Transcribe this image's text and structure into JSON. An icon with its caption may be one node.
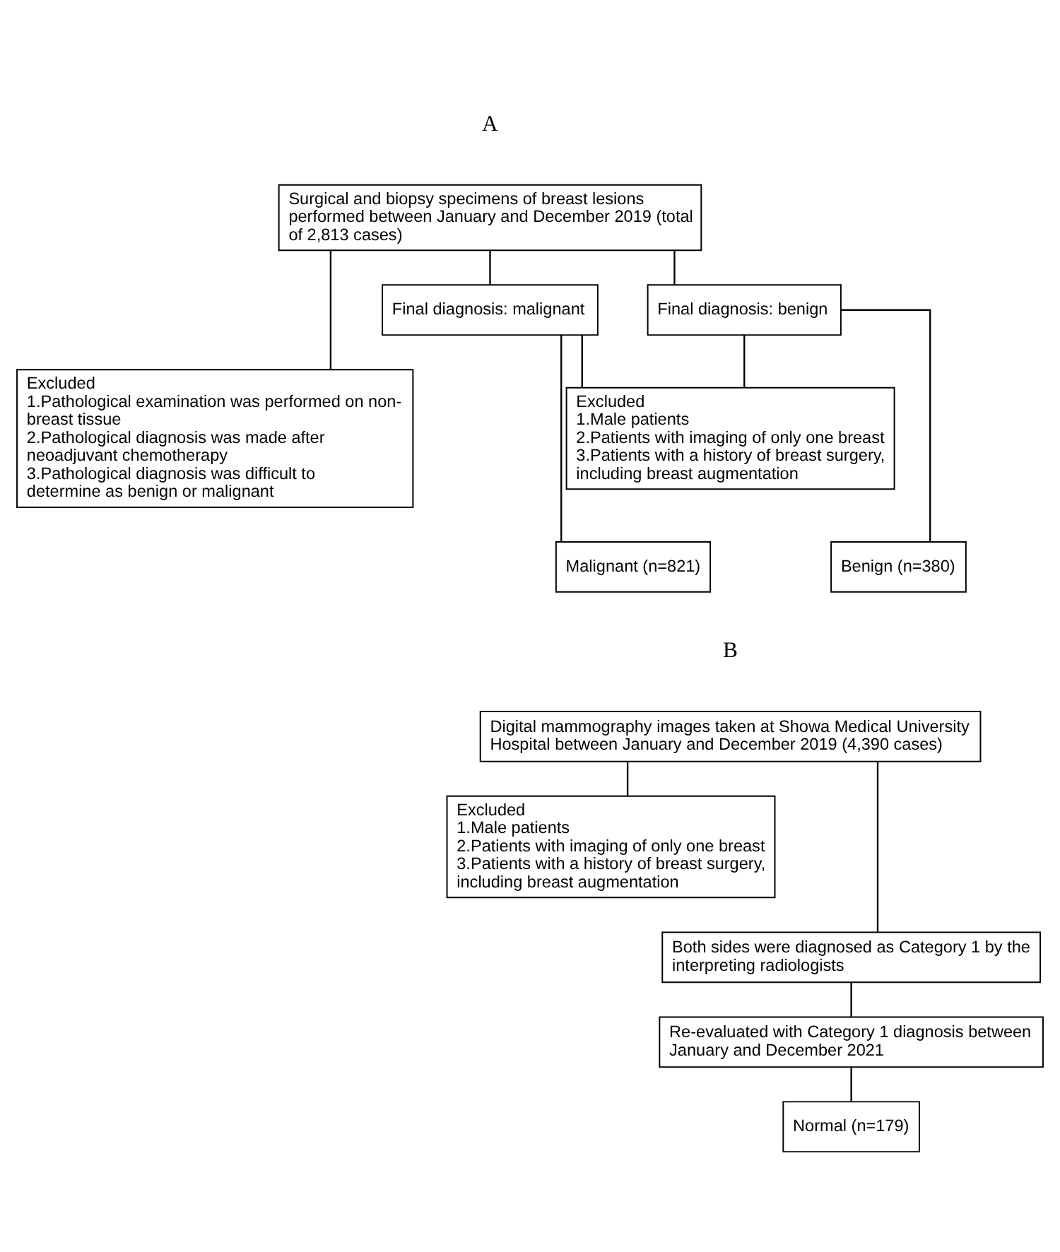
{
  "diagram": {
    "nodes": [
      {
        "text": [
          "Surgical and biopsy specimens of breast lesions performed between January and December 2019 (total of 2,813 cases)"
        ]
      },
      {
        "text": [
          "Excluded",
          "1.Pathological examination was performed on non-breast tissue",
          "2.Pathological diagnosis was made after neoadjuvant chemotherapy",
          "3.Pathological diagnosis was difficult to determine as benign or malignant"
        ]
      },
      {
        "text": [
          "Final diagnosis: malignant"
        ]
      },
      {
        "text": [
          "Final diagnosis: benign"
        ]
      },
      {
        "text": [
          "Excluded",
          "1.Male patients",
          "2.Patients with imaging of only one breast",
          "3.Patients with a history of breast surgery, including breast augmentation"
        ]
      },
      {
        "text": [
          "Malignant (n=821)"
        ]
      },
      {
        "text": [
          "Benign (n=380)"
        ]
      },
      {
        "text": [
          "Digital mammography images taken at Showa Medical University Hospital between January and December 2019 (4,390 cases)"
        ]
      },
      {
        "text": [
          "Excluded",
          "1.Male patients",
          "2.Patients with imaging of only one breast",
          "3.Patients with a history of breast surgery, including breast augmentation"
        ]
      },
      {
        "text": [
          "Both sides were diagnosed as Category 1 by the interpreting radiologists"
        ]
      },
      {
        "text": [
          "Re-evaluated with Category 1 diagnosis between January and December 2021"
        ]
      },
      {
        "text": [
          "Normal (n=179)"
        ]
      }
    ],
    "edges": [
      {
        "from": 0,
        "to": 1,
        "arrow": "none"
      },
      {
        "from": 0,
        "to": 2,
        "arrow": "none"
      },
      {
        "from": 0,
        "to": 3,
        "arrow": "none"
      },
      {
        "from": 2,
        "to": 4,
        "arrow": "none"
      },
      {
        "from": 3,
        "to": 4,
        "arrow": "none"
      },
      {
        "from": 2,
        "to": 5,
        "arrow": "none"
      },
      {
        "from": 3,
        "to": 6,
        "arrow": "none"
      },
      {
        "from": 7,
        "to": 8,
        "arrow": "none"
      },
      {
        "from": 7,
        "to": 9,
        "arrow": "none"
      },
      {
        "from": 9,
        "to": 10,
        "arrow": "none"
      },
      {
        "from": 10,
        "to": 11,
        "arrow": "none"
      }
    ],
    "labels": [
      "A",
      "B"
    ]
  }
}
